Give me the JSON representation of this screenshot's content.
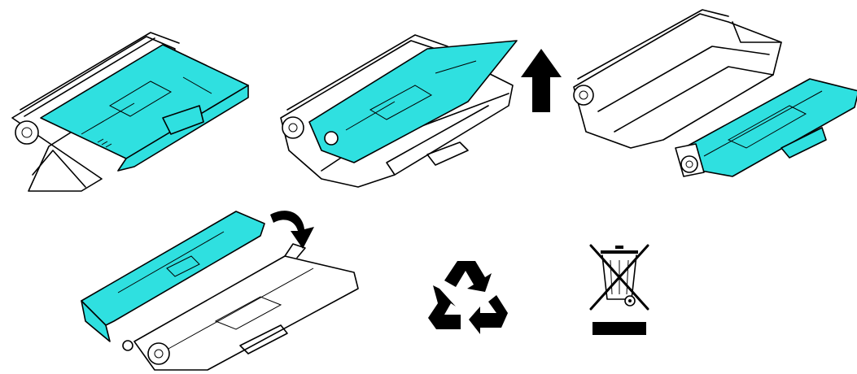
{
  "colors": {
    "toner_accent": "#2fe0e0",
    "outline": "#000000",
    "background": "#ffffff"
  },
  "steps": [
    {
      "id": "assembled-cartridge",
      "icon": "drum-toner-assembly-icon"
    },
    {
      "id": "lift-toner",
      "icon": "up-arrow-icon",
      "motion": "up"
    },
    {
      "id": "separated-toner",
      "icon": "toner-cartridge-icon"
    },
    {
      "id": "insert-new-toner",
      "icon": "curved-arrow-icon",
      "motion": "clockwise"
    }
  ],
  "disposal_icons": [
    "recycle-icon",
    "weee-crossed-bin-icon"
  ]
}
